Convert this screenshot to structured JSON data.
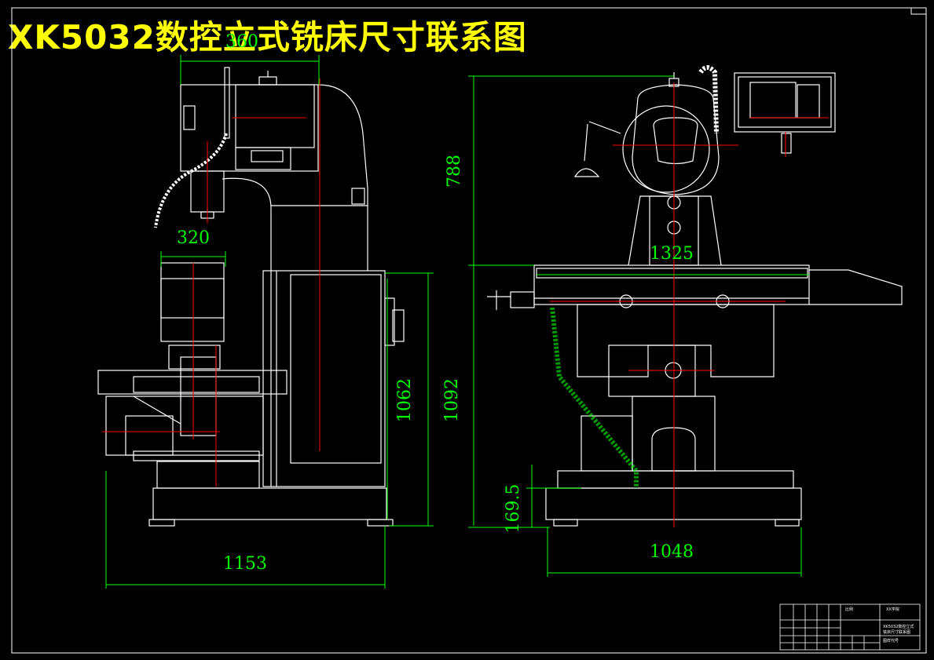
{
  "title": "XK5032数控立式铣床尺寸联系图",
  "colors": {
    "background": "#000000",
    "outline": "#ffffff",
    "dimension": "#00ff00",
    "centerline": "#ff0000",
    "title": "#ffff00",
    "frame": "#ffffff"
  },
  "dimensions": {
    "top_width": "360",
    "spindle_offset": "320",
    "side_base_width": "1153",
    "side_height_mid": "1062",
    "side_height_total": "1092",
    "front_head_height": "788",
    "table_length": "1325",
    "front_base_height": "169.5",
    "front_base_width": "1048"
  },
  "title_block": {
    "school": "XX学院",
    "drawing_name_line1": "XK5032数控立式",
    "drawing_name_line2": "铣床尺寸联系图",
    "code": "图样代号",
    "scale_label": "比例"
  }
}
